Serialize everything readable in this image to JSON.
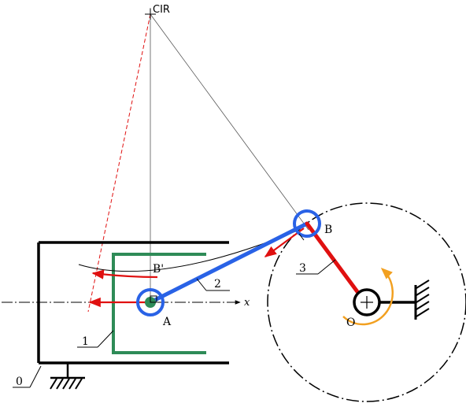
{
  "labels": {
    "cir": "CIR",
    "b": "B",
    "b_prime": "B'",
    "a": "A",
    "o": "O",
    "x_axis": "x",
    "part_0": "0",
    "part_1": "1",
    "part_2": "2",
    "part_3": "3"
  },
  "colors": {
    "frame": "#000000",
    "slider": "#2e8b57",
    "connecting_rod": "#2962e6",
    "crank": "#e01010",
    "velocity_arrow": "#e01010",
    "rotation_arrow": "#f2a020",
    "pin_fill": "#2e8b57",
    "construction_line": "#555555",
    "dashed_line": "#e01010"
  },
  "icons": {
    "ground": "hatched-ground-support-icon",
    "rotation": "curved-rotation-arrow-icon",
    "pivot": "pivot-cross-icon"
  }
}
